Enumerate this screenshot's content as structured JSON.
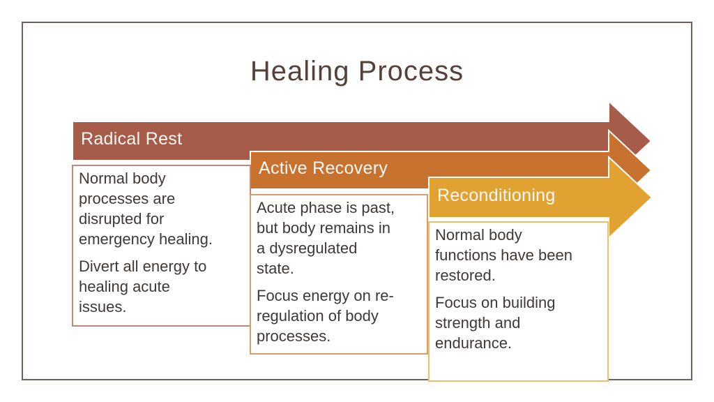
{
  "slide": {
    "title": "Healing Process",
    "title_color": "#54413A",
    "frame_color": "#6F6058",
    "background_color": "#FFFFFF",
    "body_text_color": "#3E3936",
    "label_text_color": "#FCF8F5"
  },
  "steps": [
    {
      "label": "Radical Rest",
      "arrow_color": "#A65C49",
      "box_border_color": "#C28875",
      "paragraphs": [
        "Normal body\nprocesses are\ndisrupted for\nemergency healing.",
        "Divert all energy to\nhealing acute\nissues."
      ]
    },
    {
      "label": "Active Recovery",
      "arrow_color": "#C7722F",
      "box_border_color": "#D99E6E",
      "paragraphs": [
        "Acute phase is past,\nbut body remains in\na dysregulated\nstate.",
        "Focus energy on re-\nregulation of body\nprocesses."
      ]
    },
    {
      "label": "Reconditioning",
      "arrow_color": "#E1A231",
      "box_border_color": "#EFBE67",
      "paragraphs": [
        "Normal body\nfunctions have been\nrestored.",
        "Focus on building\nstrength and\nendurance."
      ]
    }
  ]
}
